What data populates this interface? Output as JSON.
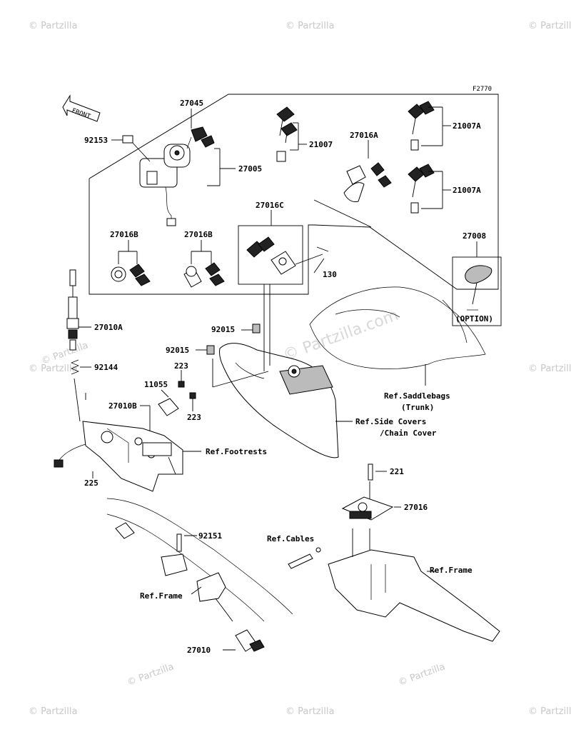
{
  "diagram_code": "F2770",
  "front_arrow_label": "FRONT",
  "watermark_text": "© Partzilla",
  "watermark_center": "© Partzilla.com",
  "labels": {
    "p27045": "27045",
    "p92153": "92153",
    "p27005": "27005",
    "p21007": "21007",
    "p27016A": "27016A",
    "p21007A_1": "21007A",
    "p21007A_2": "21007A",
    "p27016C": "27016C",
    "p27016B_1": "27016B",
    "p27016B_2": "27016B",
    "p130": "130",
    "p27008": "27008",
    "option": "(OPTION)",
    "p27010A": "27010A",
    "p92015_1": "92015",
    "p92015_2": "92015",
    "p92144": "92144",
    "p11055": "11055",
    "p223_1": "223",
    "p223_2": "223",
    "p27010B": "27010B",
    "ref_saddlebags": "Ref.Saddlebags",
    "trunk": "(Trunk)",
    "ref_side_covers": "Ref.Side Covers",
    "chain_cover": "/Chain Cover",
    "ref_footrests": "Ref.Footrests",
    "p225": "225",
    "p221": "221",
    "p27016": "27016",
    "ref_cables": "Ref.Cables",
    "p92151": "92151",
    "ref_frame_right": "Ref.Frame",
    "ref_frame_left": "Ref.Frame",
    "p27010": "27010"
  },
  "colors": {
    "line": "#000000",
    "watermark": "#c8c8c8",
    "background": "#ffffff"
  }
}
